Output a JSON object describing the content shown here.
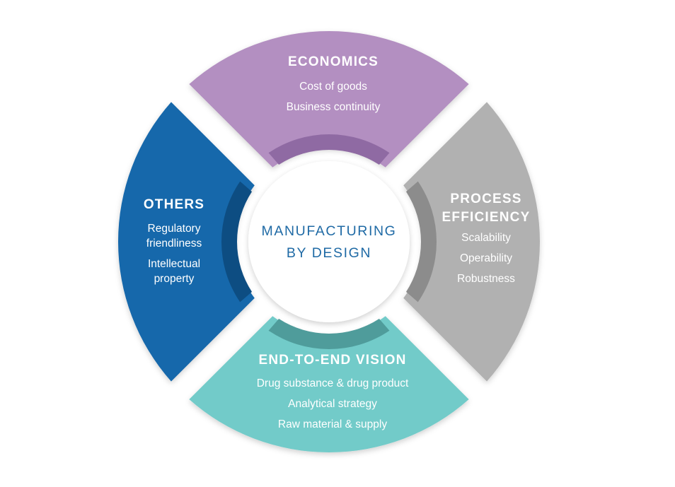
{
  "center": {
    "line1": "MANUFACTURING",
    "line2": "BY DESIGN"
  },
  "segments": {
    "economics": {
      "title": "ECONOMICS",
      "items": [
        "Cost of goods",
        "Business continuity"
      ],
      "color": "#b38fc1",
      "ring_color": "#8f6aa3"
    },
    "process": {
      "title_line1": "PROCESS",
      "title_line2": "EFFICIENCY",
      "items": [
        "Scalability",
        "Operability",
        "Robustness"
      ],
      "color": "#b1b1b1",
      "ring_color": "#8c8c8c"
    },
    "vision": {
      "title": "END-TO-END VISION",
      "items": [
        "Drug substance & drug product",
        "Analytical strategy",
        "Raw material & supply"
      ],
      "color": "#72cbc9",
      "ring_color": "#4f9c9b"
    },
    "others": {
      "title": "OTHERS",
      "items": [
        "Regulatory",
        "friendliness",
        "Intellectual",
        "property"
      ],
      "color": "#1467ab",
      "ring_color": "#0d4d82"
    }
  }
}
